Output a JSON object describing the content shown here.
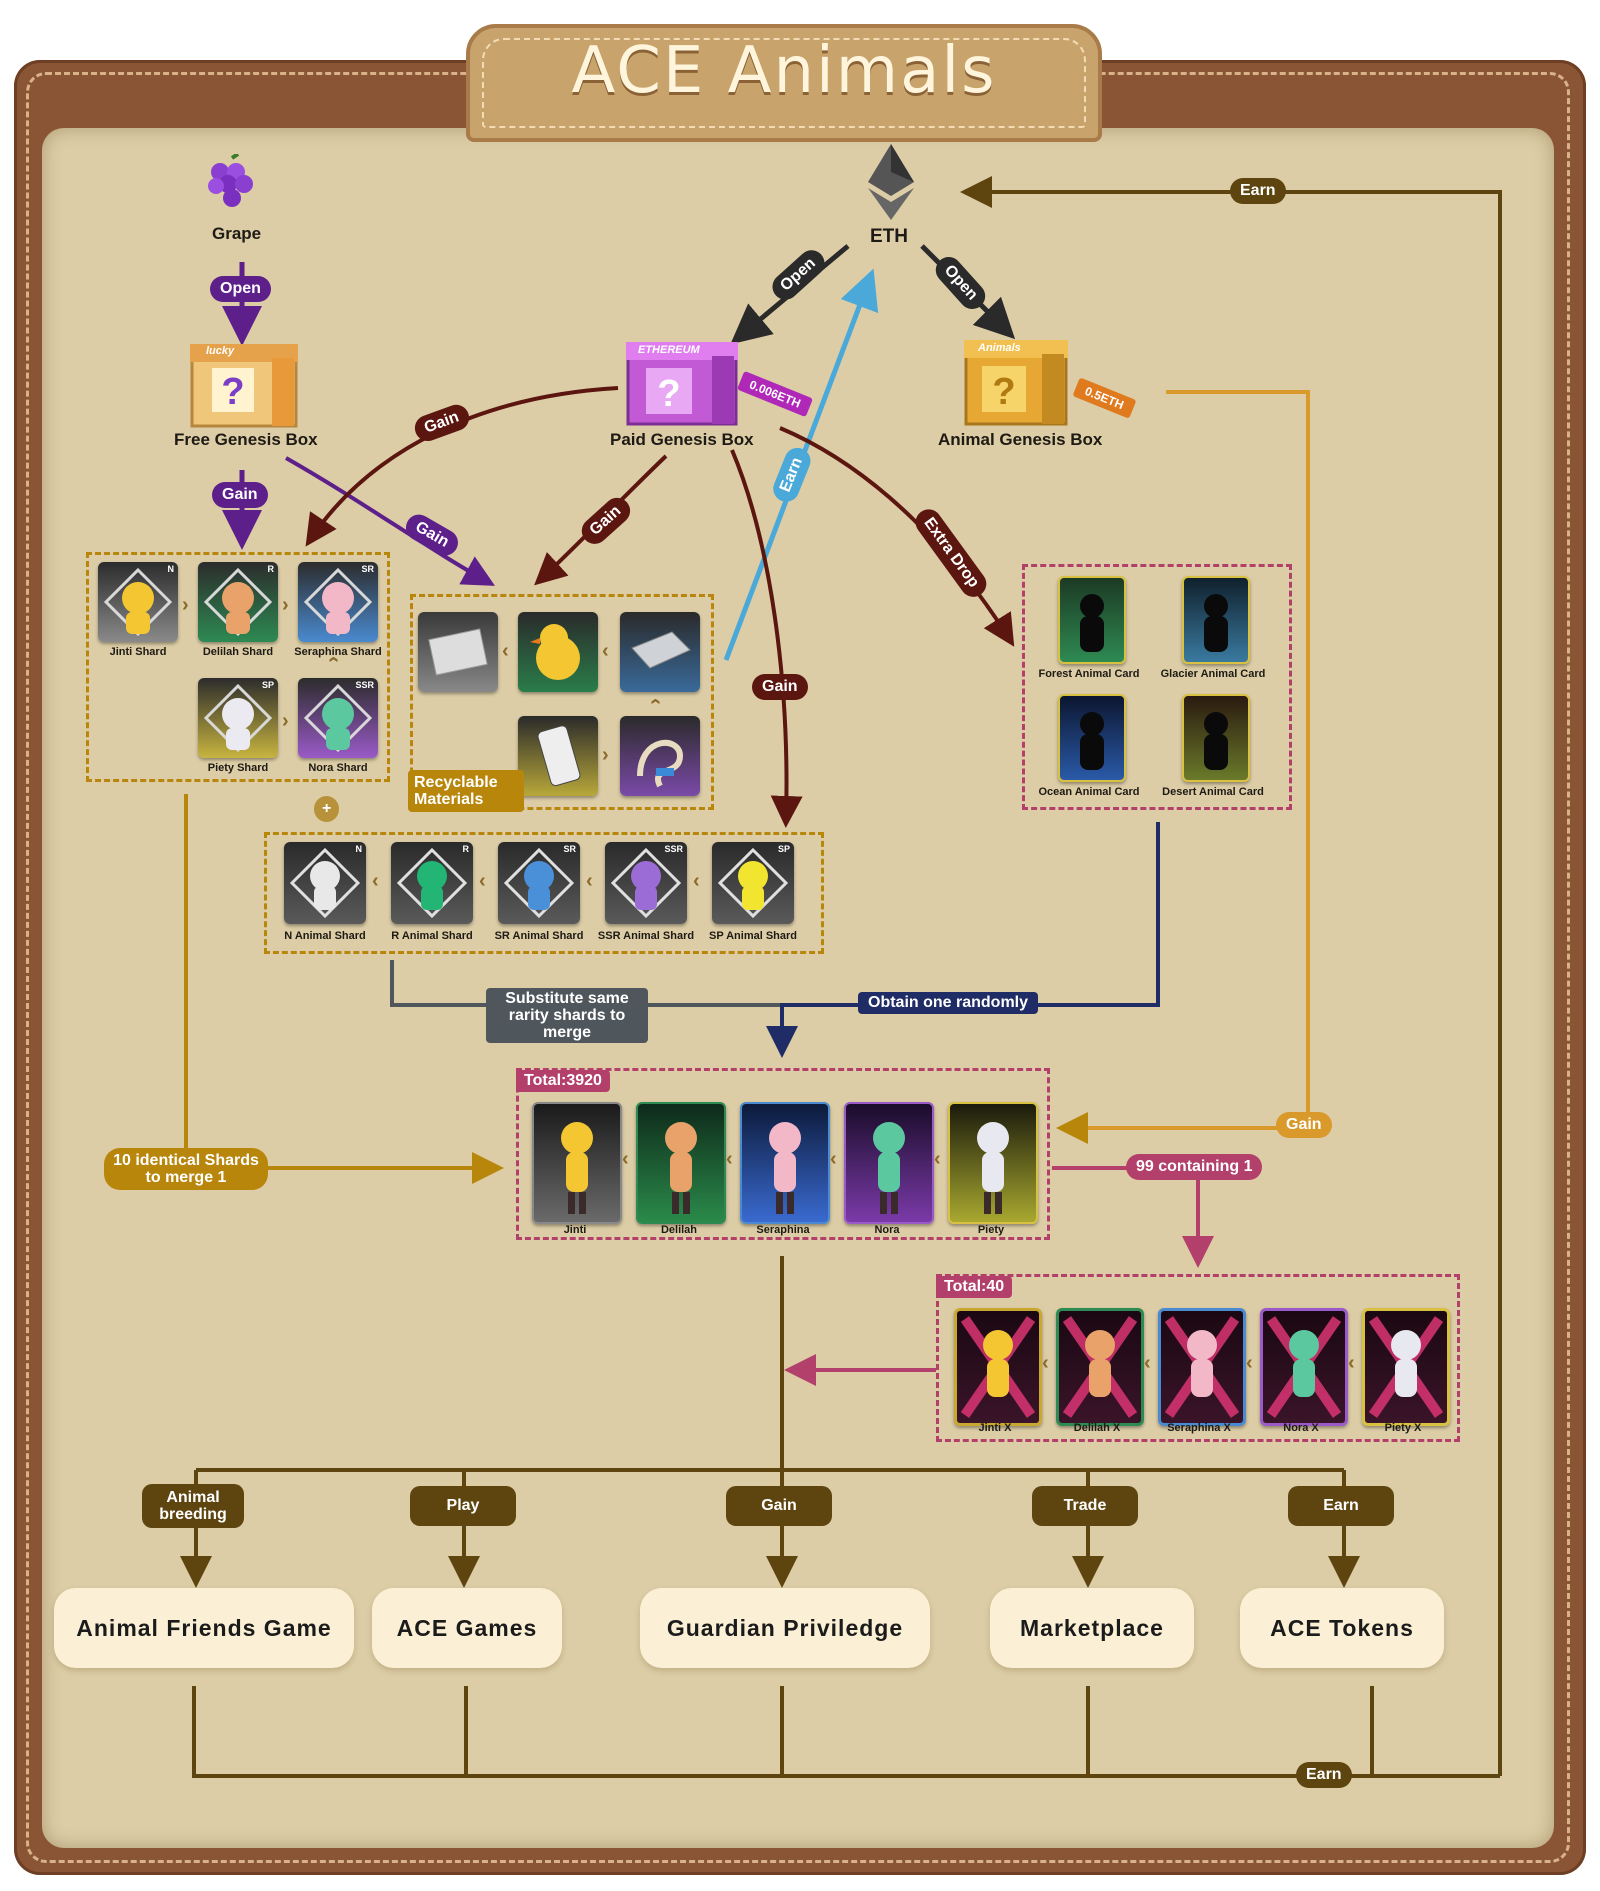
{
  "title": "ACE Animals",
  "nodes": {
    "grape": "Grape",
    "eth": "ETH",
    "free_box": "Free Genesis Box",
    "paid_box": "Paid Genesis Box",
    "animal_box": "Animal Genesis Box",
    "paid_price": "0.006ETH",
    "animal_price": "0.5ETH"
  },
  "box_art": {
    "free": "lucky",
    "paid": "ETHEREUM",
    "animal": "Animals"
  },
  "edges": {
    "open1": "Open",
    "open2": "Open",
    "open3": "Open",
    "gain_free": "Gain",
    "gain_paid_shards": "Gain",
    "gain_free_materials": "Gain",
    "gain_paid_materials": "Gain",
    "earn_blue": "Earn",
    "extra_drop": "Extra Drop",
    "gain_animal_shards": "Gain",
    "earn_top": "Earn",
    "gain_right": "Gain",
    "substitute": "Substitute same rarity shards to merge",
    "obtain": "Obtain one randomly",
    "ten_identical": "10 identical Shards to merge 1",
    "ninety_nine": "99 containing 1",
    "earn_bottom": "Earn"
  },
  "shards": [
    {
      "name": "Jinti Shard",
      "rarity": "N"
    },
    {
      "name": "Delilah Shard",
      "rarity": "R"
    },
    {
      "name": "Seraphina Shard",
      "rarity": "SR"
    },
    {
      "name": "Piety Shard",
      "rarity": "SP"
    },
    {
      "name": "Nora Shard",
      "rarity": "SSR"
    }
  ],
  "recyclable_label": "Recyclable Materials",
  "plus": "+",
  "animal_shards": [
    {
      "name": "N Animal Shard",
      "rarity": "N",
      "color": "#e8e8e8"
    },
    {
      "name": "R Animal Shard",
      "rarity": "R",
      "color": "#22b573"
    },
    {
      "name": "SR Animal Shard",
      "rarity": "SR",
      "color": "#4a90d9"
    },
    {
      "name": "SSR Animal Shard",
      "rarity": "SSR",
      "color": "#9b6bd6"
    },
    {
      "name": "SP Animal Shard",
      "rarity": "SP",
      "color": "#f2e530"
    }
  ],
  "animal_cards": [
    "Forest Animal Card",
    "Glacier Animal Card",
    "Ocean Animal Card",
    "Desert Animal Card"
  ],
  "characters_total": "Total:3920",
  "characters": [
    "Jinti",
    "Delilah",
    "Seraphina",
    "Nora",
    "Piety"
  ],
  "x_total": "Total:40",
  "x_characters": [
    "Jinti X",
    "Delilah X",
    "Seraphina X",
    "Nora X",
    "Piety X"
  ],
  "branches": {
    "breeding": "Animal breeding",
    "play": "Play",
    "gain": "Gain",
    "trade": "Trade",
    "earn": "Earn"
  },
  "destinations": [
    "Animal Friends Game",
    "ACE Games",
    "Guardian Priviledge",
    "Marketplace",
    "ACE Tokens"
  ],
  "colors": {
    "purple": "#5d1f8a",
    "maroon": "#5c1610",
    "gold": "#b8860b",
    "pink": "#b2406a",
    "navy": "#1f2c66",
    "brown": "#5e4510",
    "blue": "#4aa9d8"
  }
}
